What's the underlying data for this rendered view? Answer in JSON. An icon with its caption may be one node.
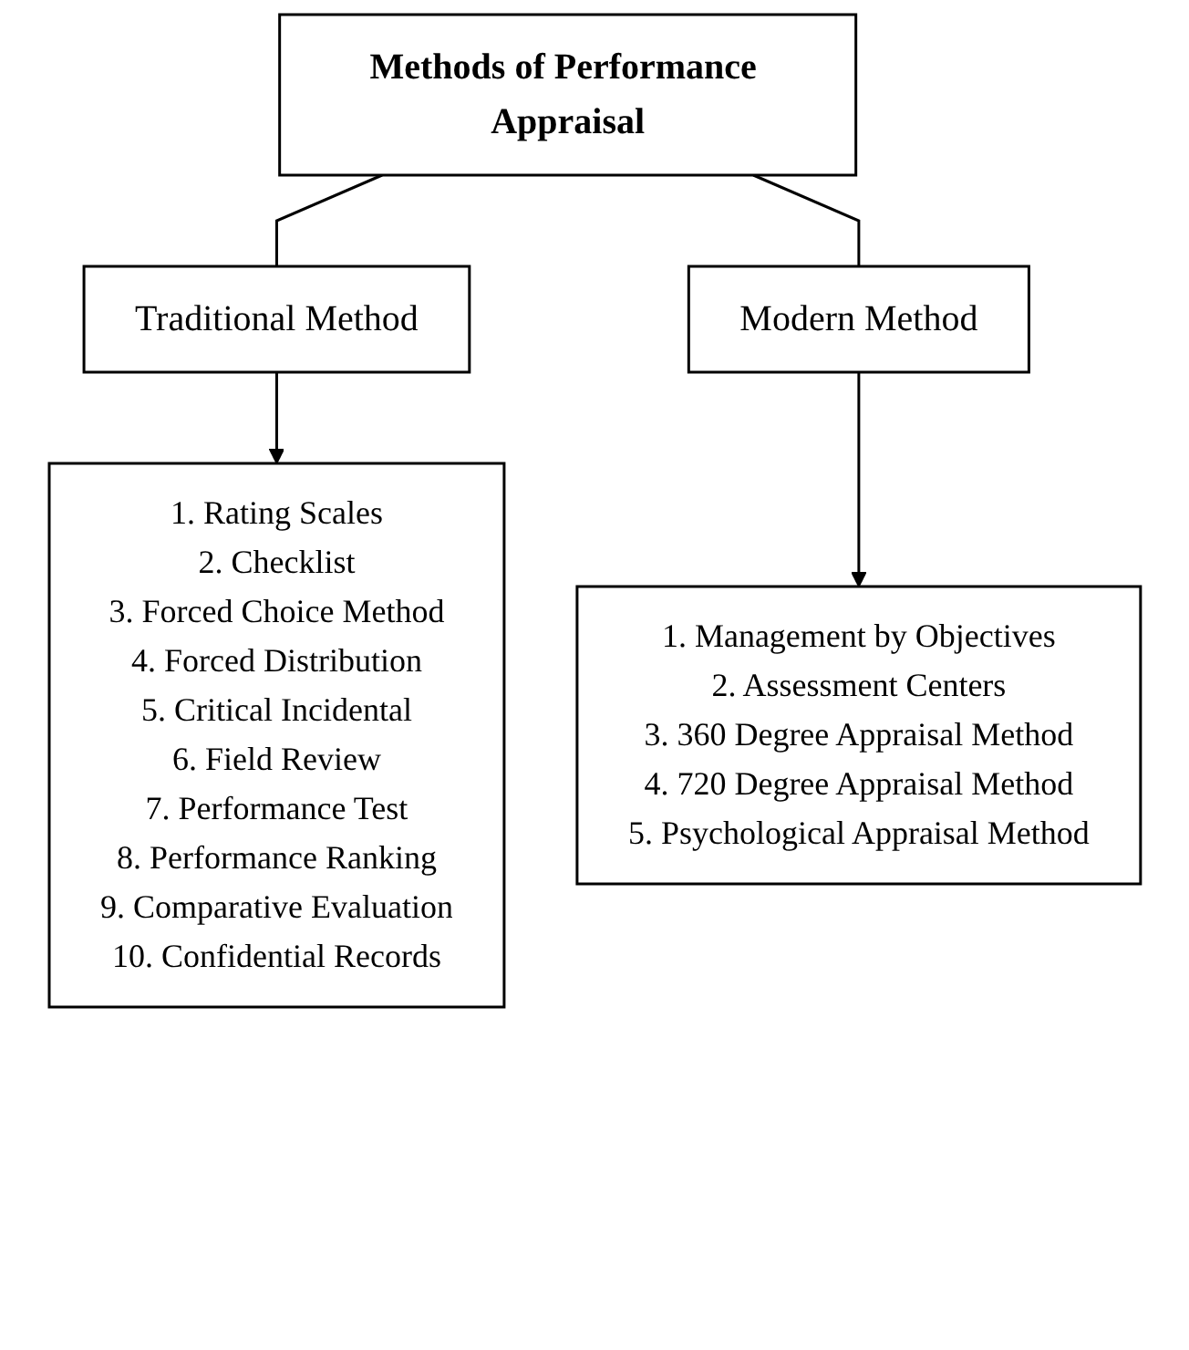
{
  "diagram": {
    "nodes": [
      {
        "text": [
          "Methods of Performance Appraisal"
        ]
      },
      {
        "text": [
          "Traditional Method"
        ]
      },
      {
        "text": [
          "Modern Method"
        ]
      },
      {
        "text": [
          "1. Rating Scales",
          "2. Checklist",
          "3. Forced Choice Method",
          "4. Forced Distribution",
          "5. Critical Incidental",
          "6. Field Review",
          "7. Performance Test",
          "8. Performance Ranking",
          "9. Comparative Evaluation",
          "10. Confidential Records"
        ]
      },
      {
        "text": [
          "1. Management by Objectives",
          "2. Assessment Centers",
          "3. 360 Degree Appraisal Method",
          "4. 720 Degree Appraisal Method",
          "5. Psychological Appraisal Method"
        ]
      }
    ],
    "edges": [
      {
        "from": 0,
        "to": 1,
        "arrow": "none"
      },
      {
        "from": 0,
        "to": 2,
        "arrow": "none"
      },
      {
        "from": 1,
        "to": 3,
        "arrow": "to"
      },
      {
        "from": 2,
        "to": 4,
        "arrow": "to"
      }
    ]
  }
}
